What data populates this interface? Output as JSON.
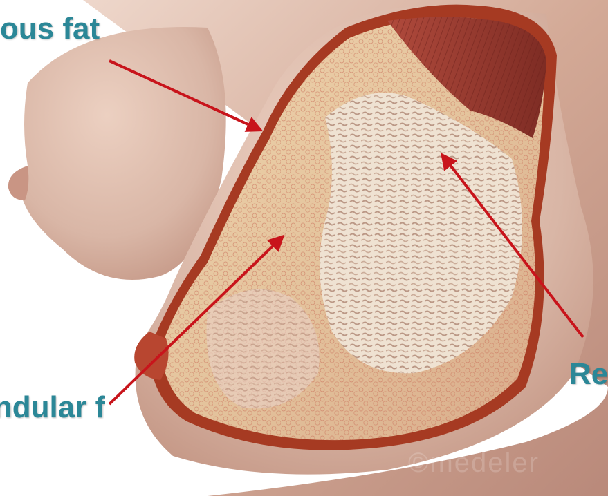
{
  "labels": {
    "subcutaneous": "Subcutaneous fat",
    "glandular": "Intraglandular fat",
    "retromammary": "Retromammary fat"
  },
  "watermark": "©medeler",
  "colors": {
    "label_text": "#2b8797",
    "arrow": "#c8141b",
    "skin": "#d9b6a6",
    "skin_shadow": "#bf8f7d",
    "cut_edge": "#a63a22",
    "fat_tissue": "#e6c9a1",
    "gland_tissue": "#efe2d2",
    "muscle": "#9b3a30"
  }
}
